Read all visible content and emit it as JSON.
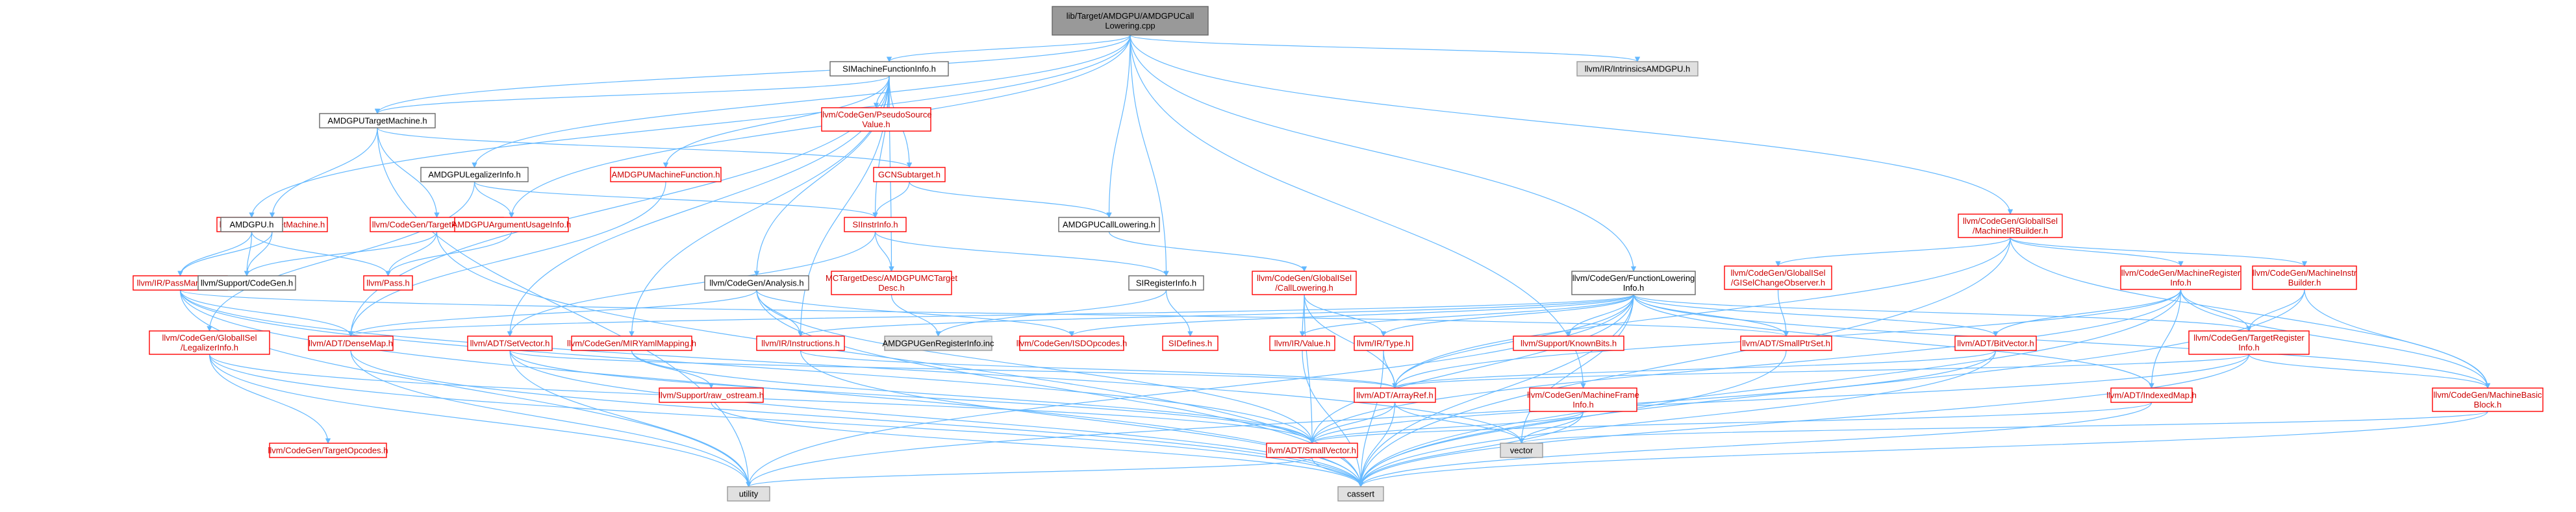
{
  "colors": {
    "edge": "#63b8ff",
    "root_fill": "#999999",
    "normal_fill": "#ffffff",
    "normal_stroke": "#666666",
    "normal_text": "#000000",
    "red_stroke": "#ff0000",
    "red_text": "#cc0000",
    "gray_fill": "#e0e0e0",
    "gray_stroke": "#999999"
  },
  "nodes": [
    {
      "id": "root",
      "lines": [
        "lib/Target/AMDGPU/AMDGPUCall",
        "Lowering.cpp"
      ],
      "style": "root"
    },
    {
      "id": "simfi",
      "lines": [
        "SIMachineFunctionInfo.h"
      ],
      "style": "normal"
    },
    {
      "id": "intrin",
      "lines": [
        "llvm/IR/IntrinsicsAMDGPU.h"
      ],
      "style": "gray"
    },
    {
      "id": "pseudo",
      "lines": [
        "llvm/CodeGen/PseudoSource",
        "Value.h"
      ],
      "style": "red"
    },
    {
      "id": "tm",
      "lines": [
        "AMDGPUTargetMachine.h"
      ],
      "style": "normal"
    },
    {
      "id": "legal",
      "lines": [
        "AMDGPULegalizerInfo.h"
      ],
      "style": "normal"
    },
    {
      "id": "amfunc",
      "lines": [
        "AMDGPUMachineFunction.h"
      ],
      "style": "red"
    },
    {
      "id": "gcn",
      "lines": [
        "GCNSubtarget.h"
      ],
      "style": "red"
    },
    {
      "id": "mirbuild",
      "lines": [
        "llvm/CodeGen/GlobalISel",
        "/MachineIRBuilder.h"
      ],
      "style": "red"
    },
    {
      "id": "tgtmach",
      "lines": [
        "llvm/Target/TargetMachine.h"
      ],
      "style": "red"
    },
    {
      "id": "tpc",
      "lines": [
        "llvm/CodeGen/TargetPassConfig.h"
      ],
      "style": "red"
    },
    {
      "id": "amdgpuh",
      "lines": [
        "AMDGPU.h"
      ],
      "style": "normal"
    },
    {
      "id": "argusage",
      "lines": [
        "AMDGPUArgumentUsageInfo.h"
      ],
      "style": "red"
    },
    {
      "id": "siinstr",
      "lines": [
        "SIInstrInfo.h"
      ],
      "style": "red"
    },
    {
      "id": "calllow",
      "lines": [
        "AMDGPUCallLowering.h"
      ],
      "style": "normal"
    },
    {
      "id": "gisel_obs",
      "lines": [
        "llvm/CodeGen/GlobalISel",
        "/GISelChangeObserver.h"
      ],
      "style": "red"
    },
    {
      "id": "mreginfo",
      "lines": [
        "llvm/CodeGen/MachineRegister",
        "Info.h"
      ],
      "style": "red"
    },
    {
      "id": "minstrb",
      "lines": [
        "llvm/CodeGen/MachineInstr",
        "Builder.h"
      ],
      "style": "red"
    },
    {
      "id": "passmgr",
      "lines": [
        "llvm/IR/PassManager.h"
      ],
      "style": "red"
    },
    {
      "id": "supcg",
      "lines": [
        "llvm/Support/CodeGen.h"
      ],
      "style": "normal"
    },
    {
      "id": "pass",
      "lines": [
        "llvm/Pass.h"
      ],
      "style": "red"
    },
    {
      "id": "mctd",
      "lines": [
        "MCTargetDesc/AMDGPUMCTarget",
        "Desc.h"
      ],
      "style": "red"
    },
    {
      "id": "cganalysis",
      "lines": [
        "llvm/CodeGen/Analysis.h"
      ],
      "style": "normal"
    },
    {
      "id": "siri",
      "lines": [
        "SIRegisterInfo.h"
      ],
      "style": "normal"
    },
    {
      "id": "gisel_cl",
      "lines": [
        "llvm/CodeGen/GlobalISel",
        "/CallLowering.h"
      ],
      "style": "red"
    },
    {
      "id": "fli",
      "lines": [
        "llvm/CodeGen/FunctionLowering",
        "Info.h"
      ],
      "style": "normal"
    },
    {
      "id": "gisel_li",
      "lines": [
        "llvm/CodeGen/GlobalISel",
        "/LegalizerInfo.h"
      ],
      "style": "red"
    },
    {
      "id": "densemap",
      "lines": [
        "llvm/ADT/DenseMap.h"
      ],
      "style": "red"
    },
    {
      "id": "setvector",
      "lines": [
        "llvm/ADT/SetVector.h"
      ],
      "style": "red"
    },
    {
      "id": "mirmap",
      "lines": [
        "llvm/CodeGen/MIRYamlMapping.h"
      ],
      "style": "red"
    },
    {
      "id": "instrs",
      "lines": [
        "llvm/IR/Instructions.h"
      ],
      "style": "red"
    },
    {
      "id": "reginfo_inc",
      "lines": [
        "AMDGPUGenRegisterInfo.inc"
      ],
      "style": "gray"
    },
    {
      "id": "isdop",
      "lines": [
        "llvm/CodeGen/ISDOpcodes.h"
      ],
      "style": "red"
    },
    {
      "id": "sidefines",
      "lines": [
        "SIDefines.h"
      ],
      "style": "red"
    },
    {
      "id": "value",
      "lines": [
        "llvm/IR/Value.h"
      ],
      "style": "red"
    },
    {
      "id": "type",
      "lines": [
        "llvm/IR/Type.h"
      ],
      "style": "red"
    },
    {
      "id": "knownbits",
      "lines": [
        "llvm/Support/KnownBits.h"
      ],
      "style": "red"
    },
    {
      "id": "smallptrset",
      "lines": [
        "llvm/ADT/SmallPtrSet.h"
      ],
      "style": "red"
    },
    {
      "id": "bitvector",
      "lines": [
        "llvm/ADT/BitVector.h"
      ],
      "style": "red"
    },
    {
      "id": "tri",
      "lines": [
        "llvm/CodeGen/TargetRegister",
        "Info.h"
      ],
      "style": "red"
    },
    {
      "id": "rawos",
      "lines": [
        "llvm/Support/raw_ostream.h"
      ],
      "style": "red"
    },
    {
      "id": "arrayref",
      "lines": [
        "llvm/ADT/ArrayRef.h"
      ],
      "style": "red"
    },
    {
      "id": "mframe",
      "lines": [
        "llvm/CodeGen/MachineFrame",
        "Info.h"
      ],
      "style": "red"
    },
    {
      "id": "indexedmap",
      "lines": [
        "llvm/ADT/IndexedMap.h"
      ],
      "style": "red"
    },
    {
      "id": "mbb",
      "lines": [
        "llvm/CodeGen/MachineBasic",
        "Block.h"
      ],
      "style": "red"
    },
    {
      "id": "tgtopc",
      "lines": [
        "llvm/CodeGen/TargetOpcodes.h"
      ],
      "style": "red"
    },
    {
      "id": "smallvec",
      "lines": [
        "llvm/ADT/SmallVector.h"
      ],
      "style": "red"
    },
    {
      "id": "vector",
      "lines": [
        "vector"
      ],
      "style": "gray"
    },
    {
      "id": "utility",
      "lines": [
        "utility"
      ],
      "style": "gray"
    },
    {
      "id": "cassert",
      "lines": [
        "cassert"
      ],
      "style": "gray"
    }
  ],
  "edges": [
    [
      "root",
      "simfi"
    ],
    [
      "root",
      "intrin"
    ],
    [
      "root",
      "tm"
    ],
    [
      "root",
      "legal"
    ],
    [
      "root",
      "amdgpuh"
    ],
    [
      "root",
      "argusage"
    ],
    [
      "root",
      "calllow"
    ],
    [
      "root",
      "siri"
    ],
    [
      "root",
      "fli"
    ],
    [
      "root",
      "mirbuild"
    ],
    [
      "root",
      "mframe"
    ],
    [
      "simfi",
      "pseudo"
    ],
    [
      "simfi",
      "tm"
    ],
    [
      "simfi",
      "amfunc"
    ],
    [
      "simfi",
      "gcn"
    ],
    [
      "simfi",
      "siinstr"
    ],
    [
      "simfi",
      "mctd"
    ],
    [
      "simfi",
      "cganalysis"
    ],
    [
      "simfi",
      "densemap"
    ],
    [
      "simfi",
      "mirmap"
    ],
    [
      "simfi",
      "instrs"
    ],
    [
      "simfi",
      "setvector"
    ],
    [
      "tm",
      "gcn"
    ],
    [
      "tm",
      "tgtmach"
    ],
    [
      "tm",
      "tpc"
    ],
    [
      "tm",
      "utility"
    ],
    [
      "legal",
      "argusage"
    ],
    [
      "legal",
      "siinstr"
    ],
    [
      "legal",
      "gisel_li"
    ],
    [
      "amfunc",
      "densemap"
    ],
    [
      "gcn",
      "siinstr"
    ],
    [
      "gcn",
      "calllow"
    ],
    [
      "mirbuild",
      "gisel_obs"
    ],
    [
      "mirbuild",
      "mreginfo"
    ],
    [
      "mirbuild",
      "minstrb"
    ],
    [
      "mirbuild",
      "mbb"
    ],
    [
      "mirbuild",
      "arrayref"
    ],
    [
      "mirbuild",
      "cassert"
    ],
    [
      "tgtmach",
      "passmgr"
    ],
    [
      "tgtmach",
      "supcg"
    ],
    [
      "tpc",
      "pass"
    ],
    [
      "tpc",
      "supcg"
    ],
    [
      "tpc",
      "cassert"
    ],
    [
      "amdgpuh",
      "passmgr"
    ],
    [
      "amdgpuh",
      "supcg"
    ],
    [
      "amdgpuh",
      "pass"
    ],
    [
      "argusage",
      "pass"
    ],
    [
      "siinstr",
      "mctd"
    ],
    [
      "siinstr",
      "siri"
    ],
    [
      "siinstr",
      "setvector"
    ],
    [
      "calllow",
      "gisel_cl"
    ],
    [
      "gisel_obs",
      "smallptrset"
    ],
    [
      "mreginfo",
      "bitvector"
    ],
    [
      "mreginfo",
      "indexedmap"
    ],
    [
      "mreginfo",
      "tri"
    ],
    [
      "mreginfo",
      "mbb"
    ],
    [
      "mreginfo",
      "arrayref"
    ],
    [
      "mreginfo",
      "smallvec"
    ],
    [
      "mreginfo",
      "cassert"
    ],
    [
      "minstrb",
      "tri"
    ],
    [
      "minstrb",
      "mbb"
    ],
    [
      "minstrb",
      "cassert"
    ],
    [
      "passmgr",
      "densemap"
    ],
    [
      "passmgr",
      "smallptrset"
    ],
    [
      "passmgr",
      "smallvec"
    ],
    [
      "passmgr",
      "cassert"
    ],
    [
      "passmgr",
      "utility"
    ],
    [
      "passmgr",
      "vector"
    ],
    [
      "mctd",
      "reginfo_inc"
    ],
    [
      "cganalysis",
      "densemap"
    ],
    [
      "cganalysis",
      "isdop"
    ],
    [
      "cganalysis",
      "instrs"
    ],
    [
      "cganalysis",
      "smallvec"
    ],
    [
      "cganalysis",
      "cassert"
    ],
    [
      "siri",
      "reginfo_inc"
    ],
    [
      "siri",
      "sidefines"
    ],
    [
      "gisel_cl",
      "value"
    ],
    [
      "gisel_cl",
      "type"
    ],
    [
      "gisel_cl",
      "arrayref"
    ],
    [
      "gisel_cl",
      "smallvec"
    ],
    [
      "fli",
      "densemap"
    ],
    [
      "fli",
      "isdop"
    ],
    [
      "fli",
      "instrs"
    ],
    [
      "fli",
      "value"
    ],
    [
      "fli",
      "type"
    ],
    [
      "fli",
      "knownbits"
    ],
    [
      "fli",
      "smallptrset"
    ],
    [
      "fli",
      "bitvector"
    ],
    [
      "fli",
      "tri"
    ],
    [
      "fli",
      "indexedmap"
    ],
    [
      "fli",
      "mbb"
    ],
    [
      "fli",
      "arrayref"
    ],
    [
      "fli",
      "smallvec"
    ],
    [
      "fli",
      "vector"
    ],
    [
      "fli",
      "cassert"
    ],
    [
      "fli",
      "utility"
    ],
    [
      "gisel_li",
      "tgtopc"
    ],
    [
      "gisel_li",
      "smallvec"
    ],
    [
      "gisel_li",
      "cassert"
    ],
    [
      "gisel_li",
      "utility"
    ],
    [
      "densemap",
      "cassert"
    ],
    [
      "densemap",
      "utility"
    ],
    [
      "setvector",
      "arrayref"
    ],
    [
      "setvector",
      "smallvec"
    ],
    [
      "setvector",
      "cassert"
    ],
    [
      "setvector",
      "utility"
    ],
    [
      "mirmap",
      "rawos"
    ],
    [
      "mirmap",
      "smallvec"
    ],
    [
      "instrs",
      "arrayref"
    ],
    [
      "instrs",
      "cassert"
    ],
    [
      "value",
      "cassert"
    ],
    [
      "type",
      "arrayref"
    ],
    [
      "type",
      "cassert"
    ],
    [
      "smallptrset",
      "cassert"
    ],
    [
      "bitvector",
      "arrayref"
    ],
    [
      "bitvector",
      "cassert"
    ],
    [
      "bitvector",
      "utility"
    ],
    [
      "tri",
      "arrayref"
    ],
    [
      "tri",
      "smallvec"
    ],
    [
      "tri",
      "mbb"
    ],
    [
      "tri",
      "cassert"
    ],
    [
      "rawos",
      "cassert"
    ],
    [
      "arrayref",
      "smallvec"
    ],
    [
      "arrayref",
      "vector"
    ],
    [
      "arrayref",
      "cassert"
    ],
    [
      "mframe",
      "smallvec"
    ],
    [
      "mframe",
      "vector"
    ],
    [
      "mframe",
      "cassert"
    ],
    [
      "indexedmap",
      "smallvec"
    ],
    [
      "indexedmap",
      "cassert"
    ],
    [
      "mbb",
      "vector"
    ],
    [
      "mbb",
      "cassert"
    ],
    [
      "smallvec",
      "cassert"
    ],
    [
      "smallvec",
      "utility"
    ]
  ]
}
